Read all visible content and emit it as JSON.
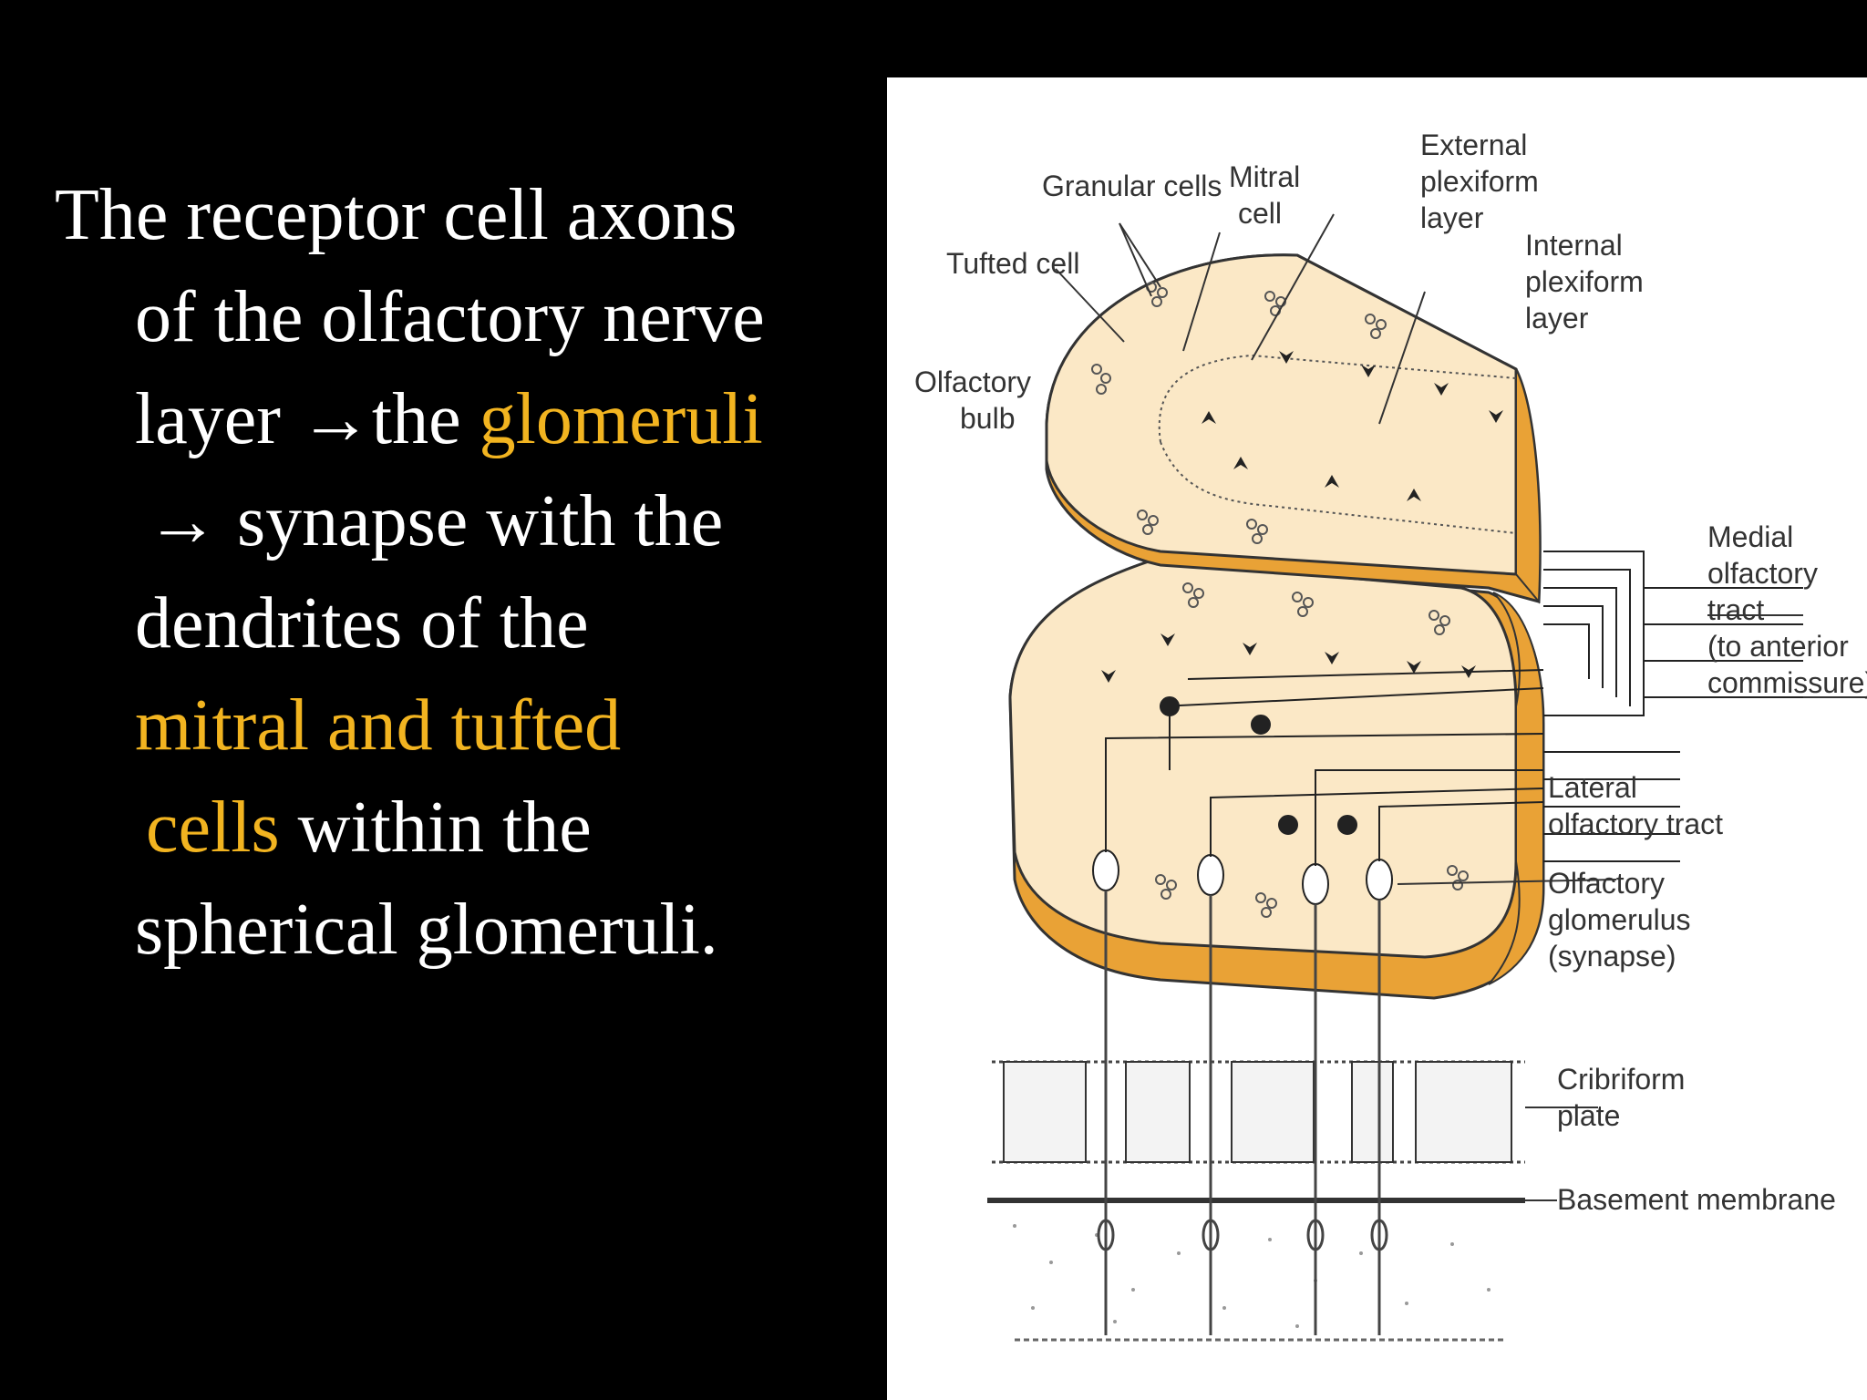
{
  "colors": {
    "text": "#ffffff",
    "highlight": "#f2b420",
    "background": "#000000",
    "tissue": "#fbe8c6",
    "tissue_side": "#e9a236"
  },
  "text_block": {
    "l1": "The receptor cell axons",
    "l2": "of the olfactory nerve",
    "l3a": "layer →the ",
    "l3b": "glomeruli",
    "l4": "→ synapse with the",
    "l5": "dendrites of the",
    "l6": "mitral and tufted",
    "l7a": "cells",
    "l7b": " within the",
    "l8": "spherical glomeruli."
  },
  "figure": {
    "labels": {
      "granular_cells": "Granular cells",
      "mitral_1": "Mitral",
      "mitral_2": "cell",
      "external_1": "External",
      "external_2": "plexiform",
      "external_3": "layer",
      "internal_1": "Internal",
      "internal_2": "plexiform",
      "internal_3": "layer",
      "tufted": "Tufted cell",
      "bulb_1": "Olfactory",
      "bulb_2": "bulb",
      "medial_1": "Medial",
      "medial_2": "olfactory",
      "medial_3": "tract",
      "medial_4": "(to anterior",
      "medial_5": "commissure)",
      "lateral_1": "Lateral",
      "lateral_2": "olfactory tract",
      "glom_1": "Olfactory",
      "glom_2": "glomerulus",
      "glom_3": "(synapse)",
      "cribriform_1": "Cribriform",
      "cribriform_2": "plate",
      "basement": "Basement membrane"
    }
  }
}
